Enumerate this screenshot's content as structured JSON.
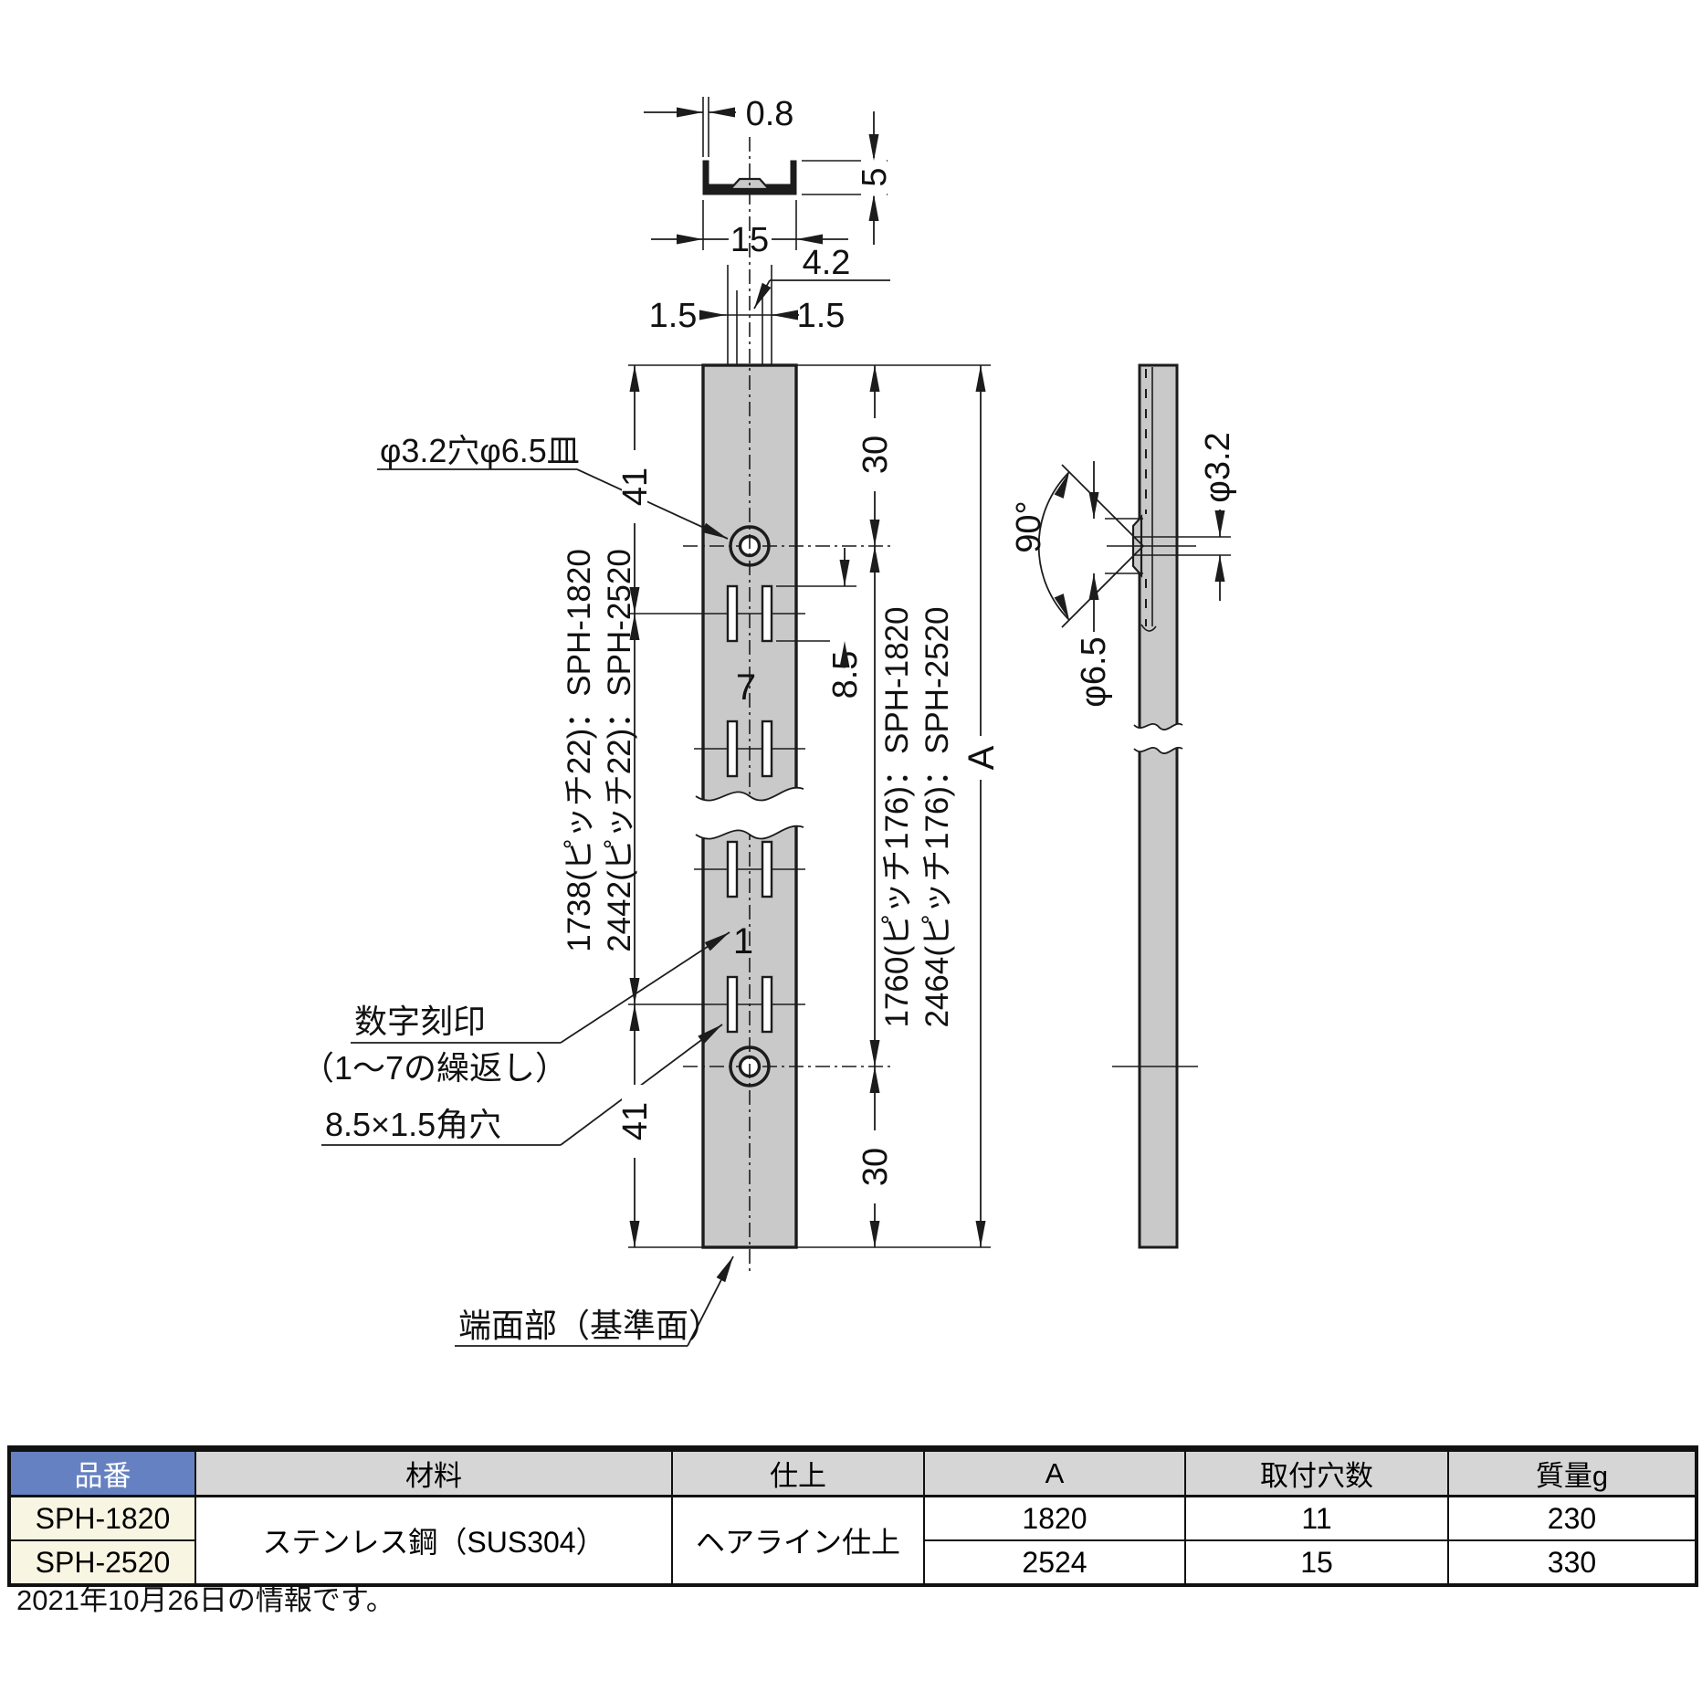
{
  "colors": {
    "line": "#1c1c1c",
    "metal_fill": "#c9c9c9",
    "table_part_header_bg": "#6681c1",
    "table_header_bg": "#d6d6d6",
    "table_part_cell_bg": "#f8f6e3"
  },
  "cross_section": {
    "thickness": "0.8",
    "flange_height": "5",
    "width": "15",
    "slot_offset": "4.2",
    "edge_left": "1.5",
    "edge_right": "1.5"
  },
  "front_view": {
    "top_to_first_slot": "41",
    "top_to_first_hole": "30",
    "slot_length": "8.5",
    "stamp_top": "7",
    "stamp_bottom": "1",
    "slot_span_left_line1": "1738(ピッチ22)：SPH-1820",
    "slot_span_left_line2": "2442(ピッチ22)：SPH-2520",
    "hole_span_right_line1": "1760(ピッチ176)：SPH-1820",
    "hole_span_right_line2": "2464(ピッチ176)：SPH-2520",
    "bottom_to_last_slot": "41",
    "bottom_to_last_hole": "30",
    "overall_length": "A",
    "callout_hole": "φ3.2穴φ6.5皿",
    "callout_stamp_line1": "数字刻印",
    "callout_stamp_line2": "（1～7の繰返し）",
    "callout_slot": "8.5×1.5角穴",
    "callout_end_face": "端面部（基準面）"
  },
  "side_view": {
    "countersink_angle": "90°",
    "countersink_dia": "φ6.5",
    "hole_dia": "φ3.2"
  },
  "spec_table": {
    "headers": [
      "品番",
      "材料",
      "仕上",
      "A",
      "取付穴数",
      "質量g"
    ],
    "material": "ステンレス鋼（SUS304）",
    "finish": "ヘアライン仕上",
    "rows": [
      {
        "part_no": "SPH-1820",
        "a": "1820",
        "holes": "11",
        "mass": "230"
      },
      {
        "part_no": "SPH-2520",
        "a": "2524",
        "holes": "15",
        "mass": "330"
      }
    ]
  },
  "footer": {
    "note": "2021年10月26日の情報です。"
  }
}
